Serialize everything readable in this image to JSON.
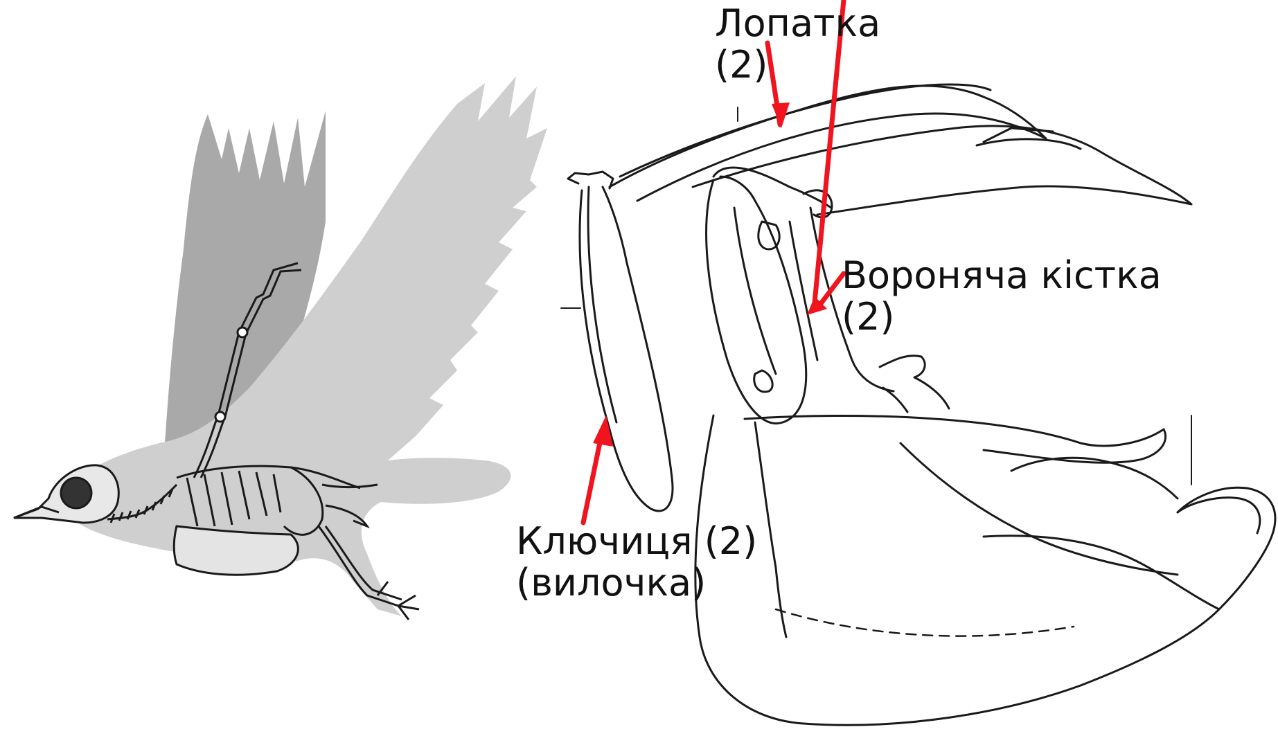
{
  "labels": {
    "scapula": {
      "name": "Лопатка",
      "count": "(2)"
    },
    "coracoid": {
      "name": "Вороняча кістка",
      "count": "(2)"
    },
    "clavicle": {
      "name": "Ключиця (2)",
      "note": "(вилочка)"
    }
  },
  "colors": {
    "arrow": "#f0141e",
    "wing_back": "#a9a9a9",
    "wing_front": "#cfcfcf",
    "bone_line": "#1a1a1a"
  }
}
